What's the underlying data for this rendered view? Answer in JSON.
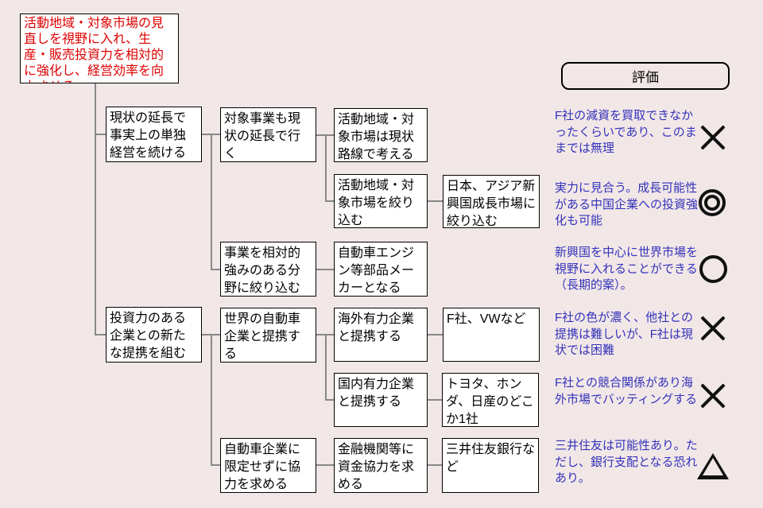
{
  "colors": {
    "background": "#f2e7e7",
    "box_fill": "#ffffff",
    "box_border": "#000000",
    "goal_text": "#dd0000",
    "evaluation_text": "#3333bb",
    "connector": "#888888",
    "mark": "#111111"
  },
  "header": {
    "eval_label": "評価"
  },
  "tree": {
    "root": {
      "text": "活動地域・対象市場の見直しを視野に入れ、生産・販売投資力を相対的に強化し、経営効率を向上させる"
    },
    "branches": [
      {
        "text": "現状の延長で事実上の単独経営を続ける",
        "children": [
          {
            "text": "対象事業も現状の延長で行く",
            "children": [
              {
                "text": "活動地域・対象市場は現状路線で考える"
              },
              {
                "text": "活動地域・対象市場を絞り込む",
                "children": [
                  {
                    "text": "日本、アジア新興国成長市場に絞り込む"
                  }
                ]
              }
            ]
          },
          {
            "text": "事業を相対的強みのある分野に絞り込む",
            "children": [
              {
                "text": "自動車エンジン等部品メーカーとなる"
              }
            ]
          }
        ]
      },
      {
        "text": "投資力のある企業との新たな提携を組む",
        "children": [
          {
            "text": "世界の自動車企業と提携する",
            "children": [
              {
                "text": "海外有力企業と提携する",
                "children": [
                  {
                    "text": "F社、VWなど"
                  }
                ]
              },
              {
                "text": "国内有力企業と提携する",
                "children": [
                  {
                    "text": "トヨタ、ホンダ、日産のどこか1社"
                  }
                ]
              }
            ]
          },
          {
            "text": "自動車企業に限定せずに協力を求める",
            "children": [
              {
                "text": "金融機関等に資金協力を求める",
                "children": [
                  {
                    "text": "三井住友銀行など"
                  }
                ]
              }
            ]
          }
        ]
      }
    ]
  },
  "evaluations": [
    {
      "text": "F社の減資を買取できなかったくらいであり、このままでは無理",
      "symbol": "×",
      "mark_class": "mark mark-x"
    },
    {
      "text": "実力に見合う。成長可能性がある中国企業への投資強化も可能",
      "symbol": "◎",
      "mark_class": "mark mark-double-circle"
    },
    {
      "text": "新興国を中心に世界市場を視野に入れることができる（長期的案）。",
      "symbol": "○",
      "mark_class": "mark mark-circle"
    },
    {
      "text": "F社の色が濃く、他社との提携は難しいが、F社は現状では困難",
      "symbol": "×",
      "mark_class": "mark mark-x"
    },
    {
      "text": "F社との競合関係があり海外市場でバッティングする",
      "symbol": "×",
      "mark_class": "mark mark-x"
    },
    {
      "text": "三井住友は可能性あり。ただし、銀行支配となる恐れあり。",
      "symbol": "△",
      "mark_class": "mark mark-triangle"
    }
  ]
}
